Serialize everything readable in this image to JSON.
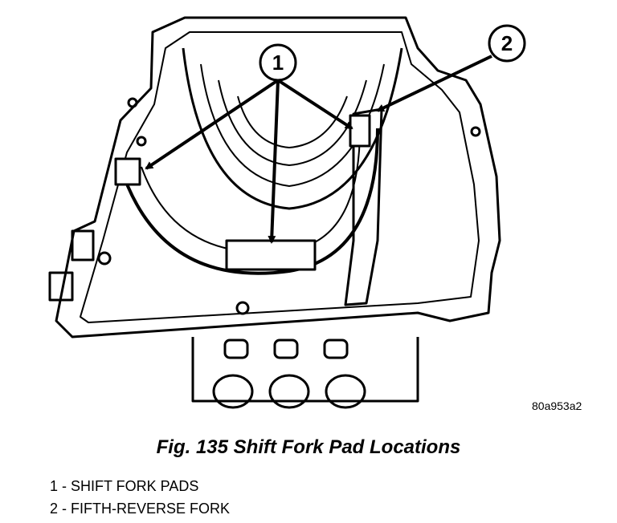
{
  "figure": {
    "code": "80a953a2",
    "callout_1": "1",
    "callout_2": "2",
    "caption": "Fig. 135 Shift Fork Pad Locations"
  },
  "legend": [
    {
      "text": "1 - SHIFT FORK PADS"
    },
    {
      "text": "2 - FIFTH-REVERSE FORK"
    }
  ]
}
